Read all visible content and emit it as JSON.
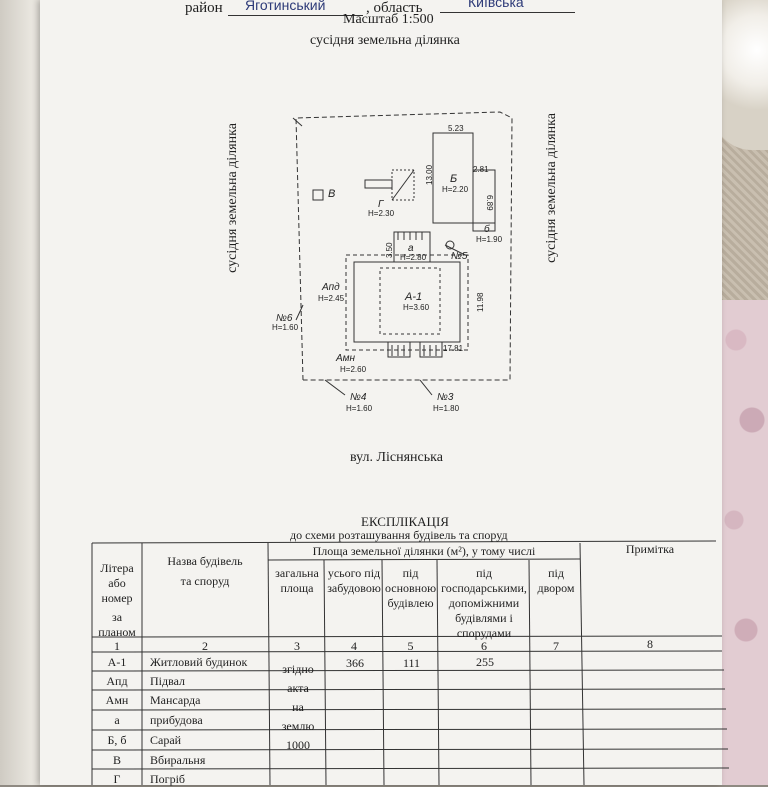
{
  "header": {
    "rayon_label": "район",
    "rayon_value": "Яготинський",
    "oblast_label": ", область",
    "oblast_value": "Київська",
    "scale": "Масштаб 1:500"
  },
  "plan": {
    "neighbor_top": "сусідня земельна ділянка",
    "neighbor_left": "сусідня земельна ділянка",
    "neighbor_right": "сусідня земельна ділянка",
    "street": "вул. Ліснянська",
    "labels": {
      "b_cap": "Б",
      "b_h": "Н=2.20",
      "b_len": "5.23",
      "b_width": "13.00",
      "b_ext_len": "2.81",
      "b_ext_w": "6.89",
      "b_small": "б",
      "b_small_h": "Н=1.90",
      "v": "В",
      "g": "Г",
      "g_h": "Н=2.30",
      "a_small": "а",
      "a_small_h": "Н=2.80",
      "a_small_w": "3.50",
      "a1": "А-1",
      "a1_h": "Н=3.60",
      "a1_w": "11.98",
      "a1_len": "17.81",
      "apd": "Апд",
      "apd_h": "Н=2.45",
      "amn": "Амн",
      "amn_h": "Н=2.60",
      "n5": "№5",
      "n6": "№6",
      "n6_h": "Н=1.60",
      "n4": "№4",
      "n4_h": "Н=1.60",
      "n3": "№3",
      "n3_h": "Н=1.80"
    }
  },
  "explication": {
    "title": "ЕКСПЛІКАЦІЯ",
    "subtitle": "до схеми розташування будівель та споруд",
    "col1": [
      "Літера",
      "або",
      "номер",
      "за",
      "планом"
    ],
    "col2": [
      "Назва будівель",
      "та споруд"
    ],
    "area_header": "Площа земельної ділянки (м²), у тому числі",
    "col3": [
      "загальна",
      "площа"
    ],
    "col4": [
      "усього під",
      "забудовою"
    ],
    "col5": [
      "під",
      "основною",
      "будівлею"
    ],
    "col6": [
      "під",
      "господарськими,",
      "допоміжними",
      "будівлями і",
      "спорудами"
    ],
    "col7": [
      "під",
      "двором"
    ],
    "col8": "Примітка",
    "numbers": [
      "1",
      "2",
      "3",
      "4",
      "5",
      "6",
      "7",
      "8"
    ],
    "rows": [
      {
        "letter": "А-1",
        "name": "Житловий будинок"
      },
      {
        "letter": "Апд",
        "name": "Підвал"
      },
      {
        "letter": "Амн",
        "name": "Мансарда"
      },
      {
        "letter": "а",
        "name": "прибудова"
      },
      {
        "letter": "Б, б",
        "name": "Сарай"
      },
      {
        "letter": "В",
        "name": "Вбиральня"
      },
      {
        "letter": "Г",
        "name": "Погріб"
      }
    ],
    "total_area": [
      "згідно",
      "акта",
      "на",
      "землю",
      "1000"
    ],
    "built_area": "366",
    "main_building_area": "111",
    "aux_area": "255"
  }
}
